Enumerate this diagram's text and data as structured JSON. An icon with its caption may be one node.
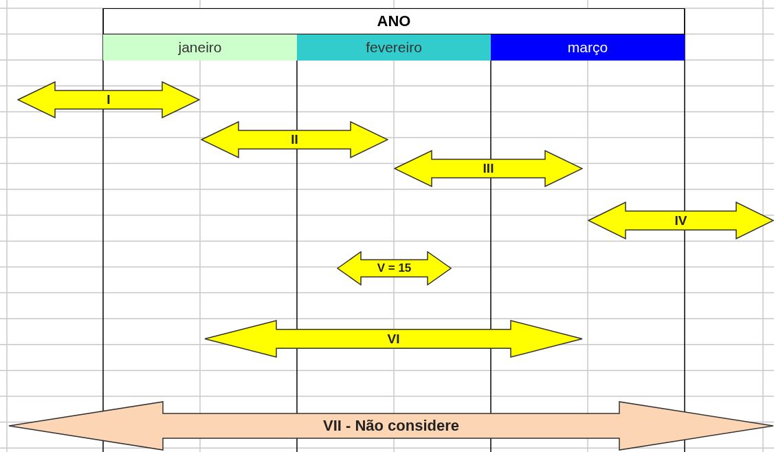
{
  "diagram": {
    "nodes": [
      {
        "text": [
          "ANO"
        ]
      },
      {
        "text": [
          "janeiro"
        ]
      },
      {
        "text": [
          "fevereiro"
        ]
      },
      {
        "text": [
          "março"
        ]
      },
      {
        "text": [
          "I"
        ]
      },
      {
        "text": [
          "II"
        ]
      },
      {
        "text": [
          "III"
        ]
      },
      {
        "text": [
          "IV"
        ]
      },
      {
        "text": [
          "V = 15"
        ]
      },
      {
        "text": [
          "VI"
        ]
      },
      {
        "text": [
          "VII - Não considere"
        ]
      }
    ]
  }
}
